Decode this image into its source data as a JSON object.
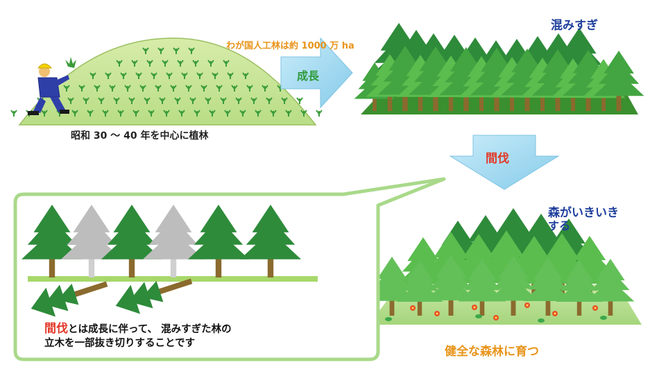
{
  "top_left": {
    "caption": "昭和 30 ～ 40 年を中心に植林"
  },
  "plantation": {
    "label": "わが国人工林は約 1000 万 ha"
  },
  "arrow_right": {
    "label": "成長"
  },
  "crowded_forest": {
    "label": "混みすぎ"
  },
  "arrow_down": {
    "label": "間伐"
  },
  "lively_forest": {
    "label_line1": "森がいきいき",
    "label_line2": "する"
  },
  "healthy_forest": {
    "caption": "健全な森林に育つ"
  },
  "bubble": {
    "term": "間伐",
    "line1_rest": "とは成長に伴って、 混みすぎた林の",
    "line2": "立木を一部抜き切りすることです"
  },
  "colors": {
    "hill_fill": "#cfe6a0",
    "tree_dark": "#2e8b3a",
    "tree_light": "#5bbd4e",
    "trunk": "#8b6a2e",
    "gray_tree": "#bdbdbd",
    "arrow_fill": "#9fd8f0",
    "orange_text": "#e8941a",
    "blue_text": "#1f3f9c",
    "red_text": "#e23a2a",
    "bubble_border": "#a9d98a"
  }
}
